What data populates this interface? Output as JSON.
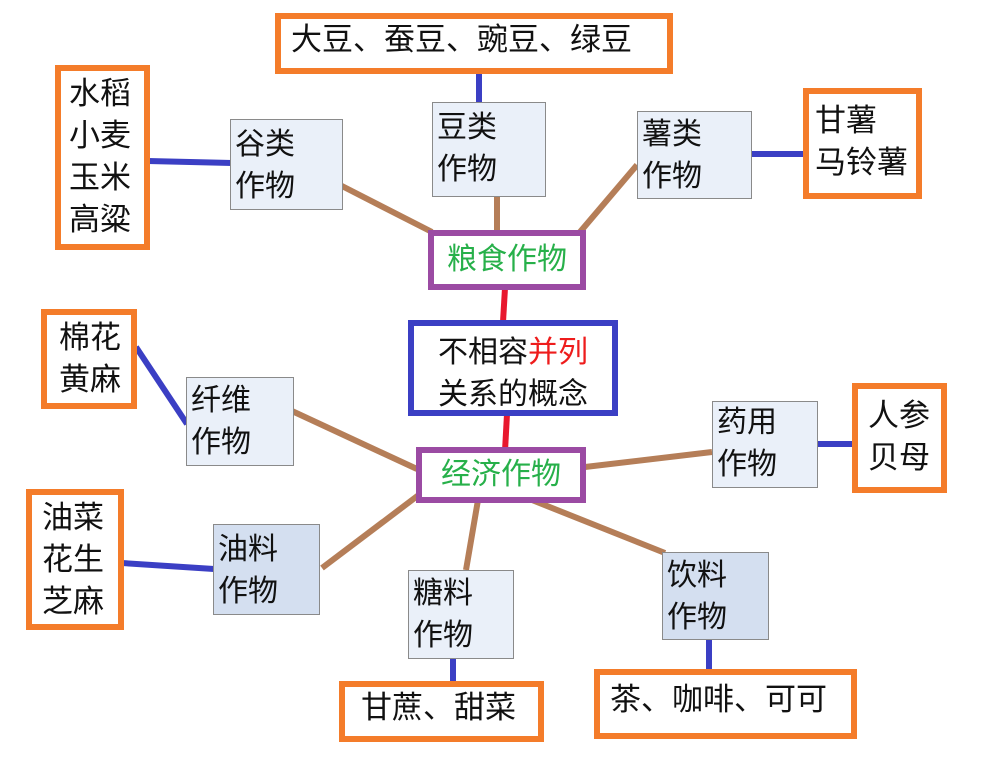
{
  "center": {
    "line1_a": "不相容",
    "line1_b": "并列",
    "line2": "关系的概念"
  },
  "grain": {
    "label": "粮食作物",
    "legume": {
      "label": [
        "豆类",
        "作物"
      ],
      "items": "大豆、蚕豆、豌豆、绿豆"
    },
    "cereal": {
      "label": [
        "谷类",
        "作物"
      ],
      "items": [
        "水稻",
        "小麦",
        "玉米",
        "高粱"
      ]
    },
    "tuber": {
      "label": [
        "薯类",
        "作物"
      ],
      "items": [
        "甘薯",
        "马铃薯"
      ]
    }
  },
  "economic": {
    "label": "经济作物",
    "fiber": {
      "label": [
        "纤维",
        "作物"
      ],
      "items": [
        "棉花",
        "黄麻"
      ]
    },
    "oil": {
      "label": [
        "油料",
        "作物"
      ],
      "items": [
        "油菜",
        "花生",
        "芝麻"
      ]
    },
    "sugar": {
      "label": [
        "糖料",
        "作物"
      ],
      "items": "甘蔗、甜菜"
    },
    "beverage": {
      "label": [
        "饮料",
        "作物"
      ],
      "items": "茶、咖啡、可可"
    },
    "medicinal": {
      "label": [
        "药用",
        "作物"
      ],
      "items": [
        "人参",
        "贝母"
      ]
    }
  },
  "colors": {
    "leaf_border": "#f47c2a",
    "category_border": "#9b4ba3",
    "center_border": "#3b3fc4",
    "category_text": "#27b04a",
    "emphasis_text": "#ee1c1c",
    "blue_link": "#3b3fc4",
    "brown_link": "#b57e58",
    "red_link": "#e8182e"
  }
}
